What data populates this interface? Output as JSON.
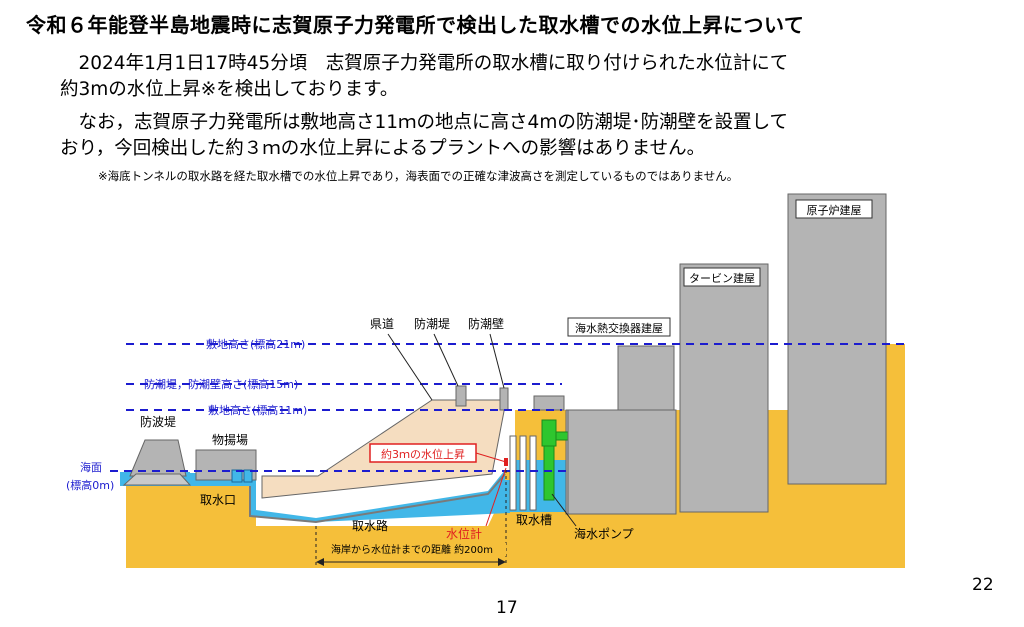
{
  "title": "令和６年能登半島地震時に志賀原子力発電所で検出した取水槽での水位上昇について",
  "paragraphs": {
    "p1_line1": "　2024年1月1日17時45分頃　志賀原子力発電所の取水槽に取り付けられた水位計にて",
    "p1_line2": "約3mの水位上昇※を検出しております。",
    "p2_line1": "　なお，志賀原子力発電所は敷地高さ11ｍの地点に高さ4mの防潮堤･防潮壁を設置して",
    "p2_line2": "おり，今回検出した約３ｍの水位上昇によるプラントへの影響はありません。"
  },
  "note": "※海底トンネルの取水路を経た取水槽での水位上昇であり，海表面での正確な津波高さを測定しているものではありません。",
  "diagram": {
    "levels": {
      "ground_21": "敷地高さ(標高21m)",
      "wall_15": "防潮堤，防潮壁高さ(標高15m)",
      "ground_11": "敷地高さ(標高11m)",
      "sea_line1": "海面",
      "sea_line2": "(標高0m)"
    },
    "labels": {
      "reactor": "原子炉建屋",
      "turbine": "タービン建屋",
      "heat_exchanger": "海水熱交換器建屋",
      "road": "県道",
      "seawall": "防潮堤",
      "tidewall": "防潮壁",
      "breakwater": "防波堤",
      "yard": "物揚場",
      "intake_mouth": "取水口",
      "intake_channel": "取水路",
      "water_gauge": "水位計",
      "intake_tank": "取水槽",
      "pump": "海水ポンプ",
      "rise": "約3ｍの水位上昇",
      "distance": "海岸から水位計までの距離 約200m"
    },
    "colors": {
      "ground": "#f5bf3a",
      "embankment": "#f5ddc0",
      "water": "#41b7e8",
      "building": "#b4b4b4",
      "level_line": "#1c1ccf",
      "pump": "#2ec62e",
      "alert": "#e02020"
    }
  },
  "page_numbers": {
    "slide": "22",
    "page": "17"
  }
}
